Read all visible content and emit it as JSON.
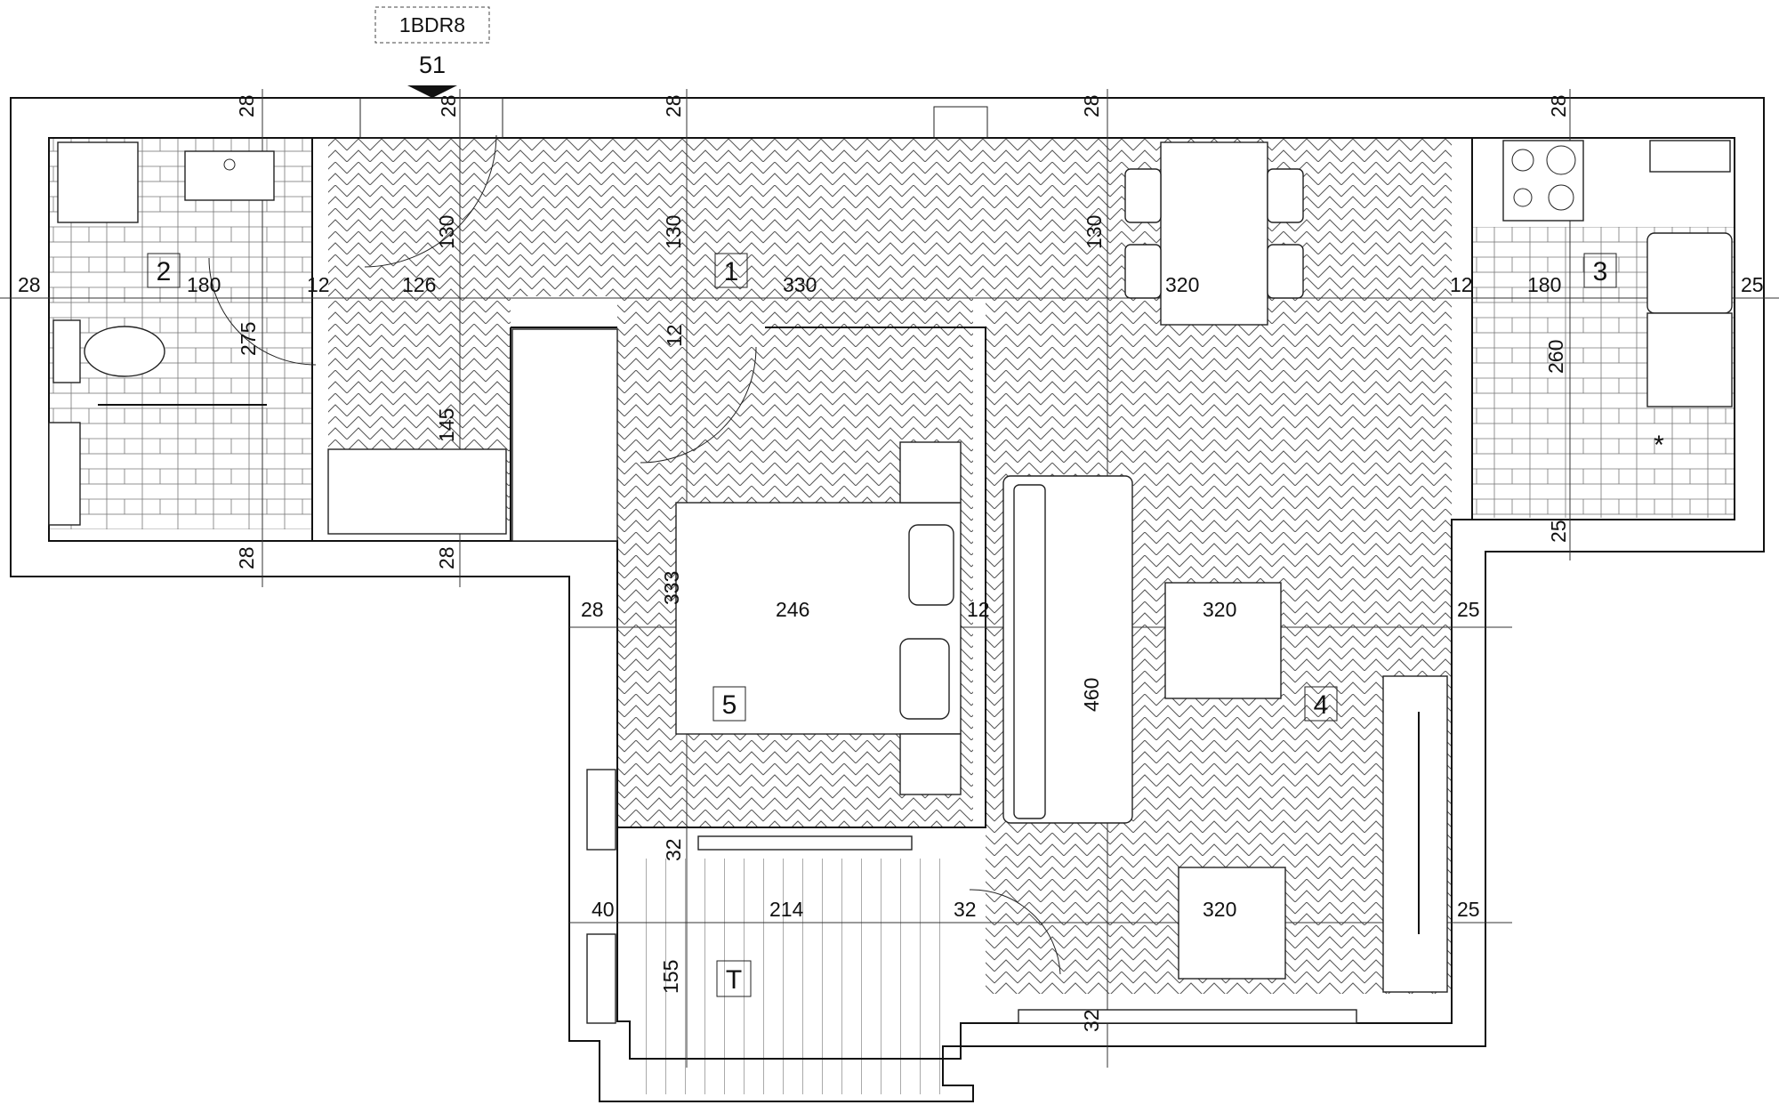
{
  "plan": {
    "unit_code": "1BDR8",
    "unit_number": "51",
    "rooms": {
      "living": "1",
      "bathroom": "2",
      "kitchen": "3",
      "lounge": "4",
      "bedroom": "5",
      "terrace": "T"
    },
    "dims": {
      "top_ext_1": "28",
      "top_ext_2": "28",
      "top_ext_3": "28",
      "top_ext_4": "28",
      "top_ext_5": "28",
      "left_wall": "28",
      "bath_width": "180",
      "bath_partition": "12",
      "hall_width": "126",
      "living_width": "330",
      "dining_width": "320",
      "kitchen_partition": "12",
      "kitchen_width": "180",
      "right_wall": "25",
      "h130_a": "130",
      "h130_b": "130",
      "h130_c": "130",
      "bath_depth": "275",
      "hall_depth": "145",
      "door_wall": "12",
      "kitchen_depth": "260",
      "kitchen_wall": "25",
      "bottom_ext_1": "28",
      "bottom_ext_2": "28",
      "bedroom_depth": "333",
      "bedroom_left_wall": "28",
      "bedroom_width": "246",
      "bedroom_wall": "12",
      "lounge_width_1": "320",
      "lounge_right_wall_1": "25",
      "lounge_depth": "460",
      "balcony_wall_1": "32",
      "terrace_left_wall": "40",
      "terrace_width": "214",
      "balcony_wall_2": "32",
      "lounge_width_2": "320",
      "lounge_right_wall_2": "25",
      "terrace_depth": "155",
      "bottom_wall": "32"
    },
    "extra_mark": "*"
  }
}
